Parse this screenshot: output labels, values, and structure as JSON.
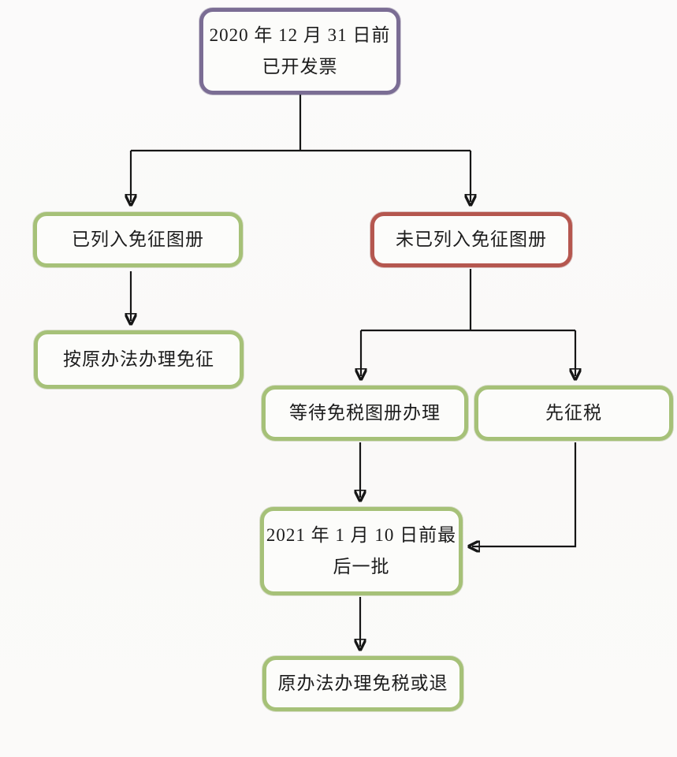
{
  "diagram": {
    "type": "flowchart",
    "nodes": [
      {
        "id": "invoiced",
        "label": "2020 年 12 月 31 日前\n已开发票",
        "border_color": "#7b6d94"
      },
      {
        "id": "listed",
        "label": "已列入免征图册",
        "border_color": "#a6c178"
      },
      {
        "id": "not_listed",
        "label": "未已列入免征图册",
        "border_color": "#b5574f"
      },
      {
        "id": "original",
        "label": "按原办法办理免征",
        "border_color": "#a6c178"
      },
      {
        "id": "wait",
        "label": "等待免税图册办理",
        "border_color": "#a6c178"
      },
      {
        "id": "tax_first",
        "label": "先征税",
        "border_color": "#a6c178"
      },
      {
        "id": "last_batch",
        "label": "2021 年 1 月 10 日前最\n后一批",
        "border_color": "#a6c178"
      },
      {
        "id": "refund",
        "label": "原办法办理免税或退",
        "border_color": "#a6c178"
      }
    ],
    "edges": [
      {
        "from": "invoiced",
        "to": "listed"
      },
      {
        "from": "invoiced",
        "to": "not_listed"
      },
      {
        "from": "listed",
        "to": "original"
      },
      {
        "from": "not_listed",
        "to": "wait"
      },
      {
        "from": "not_listed",
        "to": "tax_first"
      },
      {
        "from": "wait",
        "to": "last_batch"
      },
      {
        "from": "tax_first",
        "to": "last_batch"
      },
      {
        "from": "last_batch",
        "to": "refund"
      }
    ],
    "colors": {
      "line": "#161616",
      "node_fill": "#fcfcfa",
      "purple_border": "#7b6d94",
      "green_border": "#a6c178",
      "red_border": "#b5574f",
      "background": "#fbfaf9",
      "text": "#1c1c1c"
    }
  }
}
